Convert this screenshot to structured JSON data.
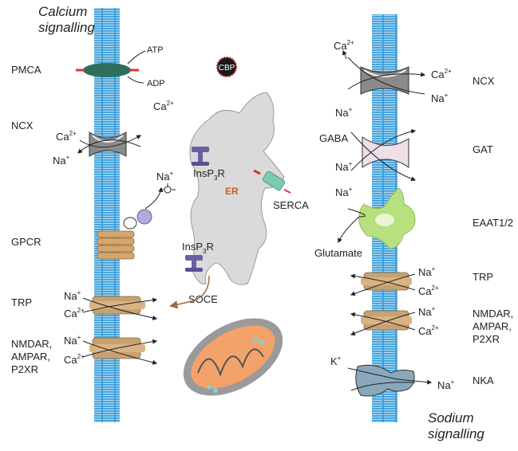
{
  "titles": {
    "calcium_line1": "Calcium",
    "calcium_line2": "signalling",
    "sodium_line1": "Sodium",
    "sodium_line2": "signalling"
  },
  "left_labels": {
    "pmca": "PMCA",
    "ncx": "NCX",
    "gpcr": "GPCR",
    "trp": "TRP",
    "nmdar1": "NMDAR,",
    "nmdar2": "AMPAR,",
    "nmdar3": "P2XR"
  },
  "right_labels": {
    "ncx": "NCX",
    "gat": "GAT",
    "eaat": "EAAT1/2",
    "trp": "TRP",
    "nmdar1": "NMDAR,",
    "nmdar2": "AMPAR,",
    "nmdar3": "P2XR",
    "nka": "NKA"
  },
  "ions": {
    "ca": "Ca",
    "ca_charge": "2+",
    "na": "Na",
    "na_charge": "+",
    "k": "K",
    "k_charge": "+"
  },
  "molecules": {
    "atp": "ATP",
    "adp": "ADP",
    "gaba": "GABA",
    "glutamate": "Glutamate",
    "cbp": "CBP"
  },
  "er": {
    "label": "ER",
    "receptor_main": "InsP",
    "receptor_sub": "3",
    "receptor_end": "R",
    "serca": "SERCA",
    "soce": "SOCE"
  },
  "colors": {
    "membrane_blue": "#3f9fd8",
    "membrane_head": "#b9b9b9",
    "pmca": "#2e6e5c",
    "ncx_grey": "#8a8a8a",
    "gpcr_tan": "#d7a56b",
    "channel_tan": "#c9a170",
    "gat_pink": "#eedfe8",
    "eaat_green": "#b7e07e",
    "nka_blue": "#8aa8bb",
    "er_grey": "#dadada",
    "er_label": "#c0622b",
    "insp3r_purple": "#6c5fa4",
    "serca_green": "#7ccbb0",
    "mito_outer": "#9a9a9a",
    "mito_inner": "#f3a26a",
    "cbp_red": "#c81e1e"
  }
}
